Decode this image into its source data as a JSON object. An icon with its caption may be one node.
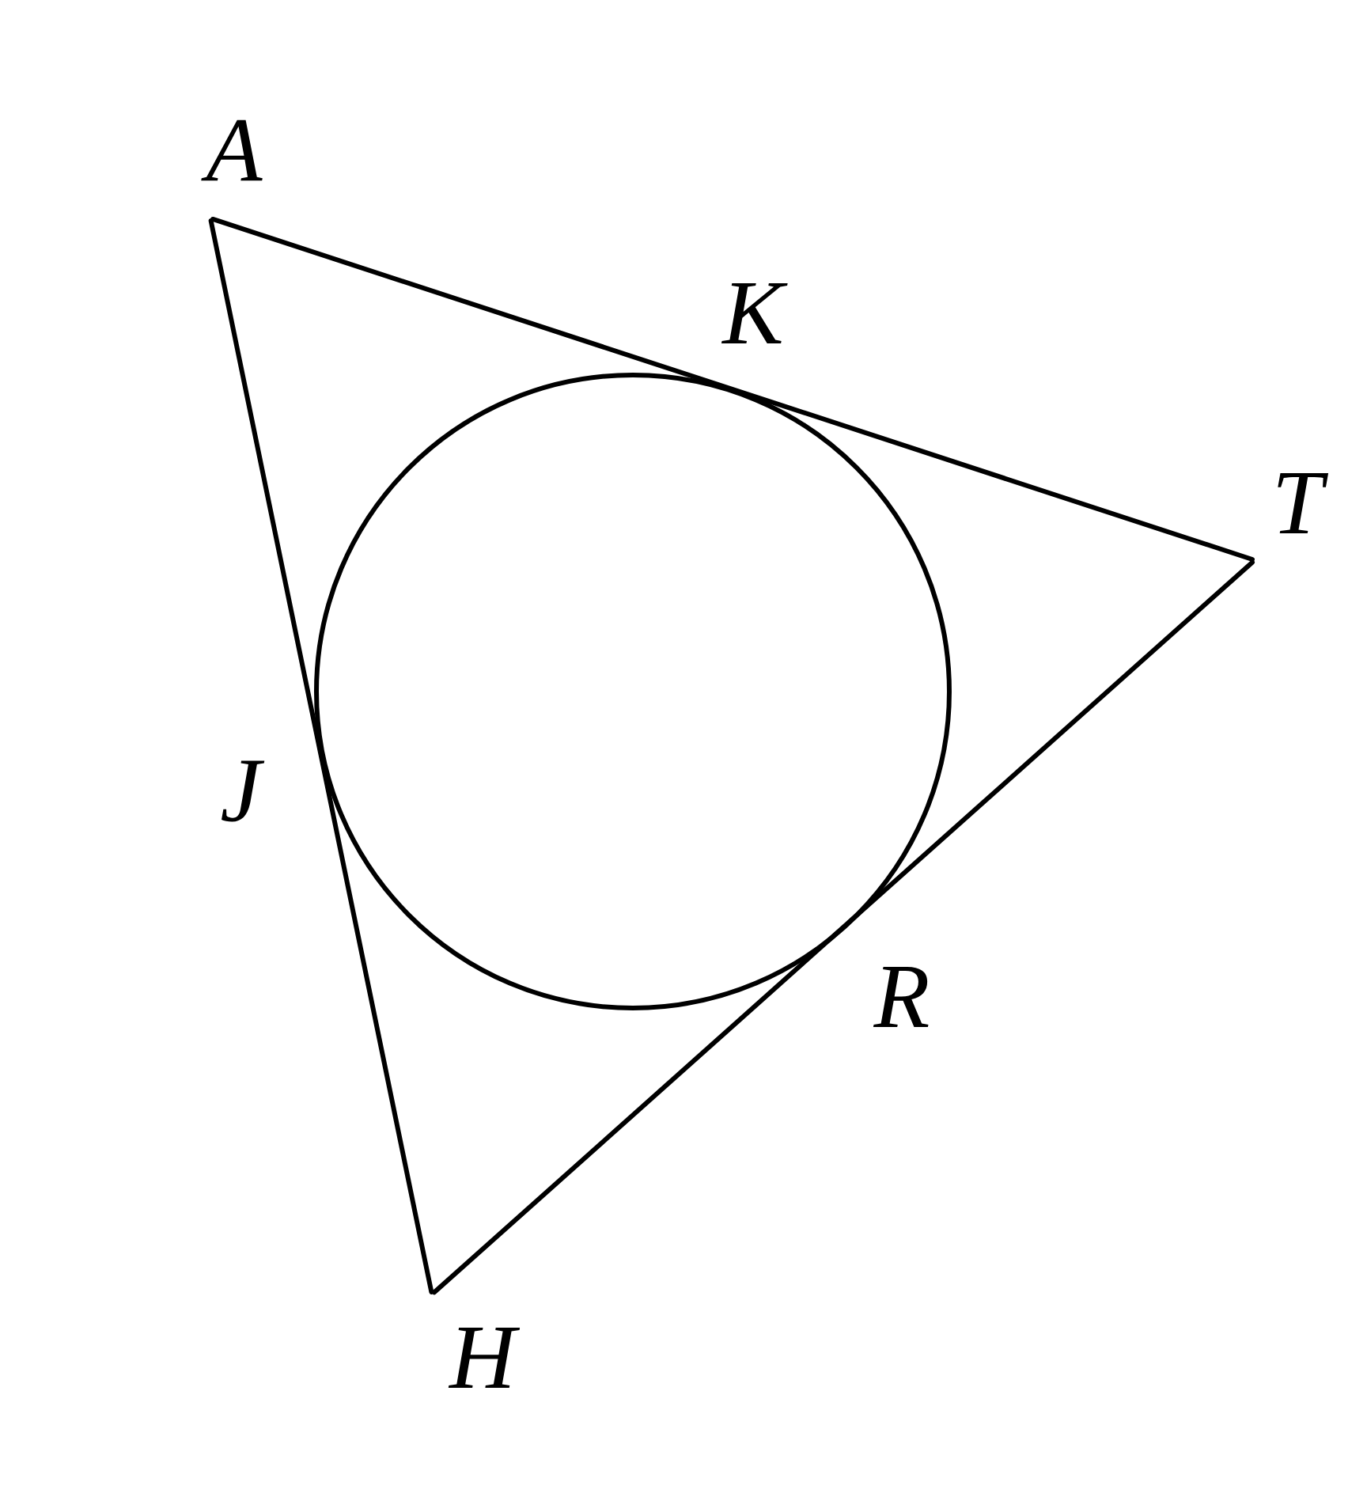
{
  "diagram": {
    "nodes": [
      {
        "text": [
          "A"
        ]
      },
      {
        "text": [
          "T"
        ]
      },
      {
        "text": [
          "H"
        ]
      },
      {
        "text": [],
        "shape": "circle"
      }
    ],
    "edges": [
      {
        "from": 0,
        "to": 1,
        "arrow": "none"
      },
      {
        "from": 1,
        "to": 2,
        "arrow": "none"
      },
      {
        "from": 2,
        "to": 0,
        "arrow": "none"
      }
    ],
    "labels": [
      "K",
      "J",
      "R"
    ]
  }
}
